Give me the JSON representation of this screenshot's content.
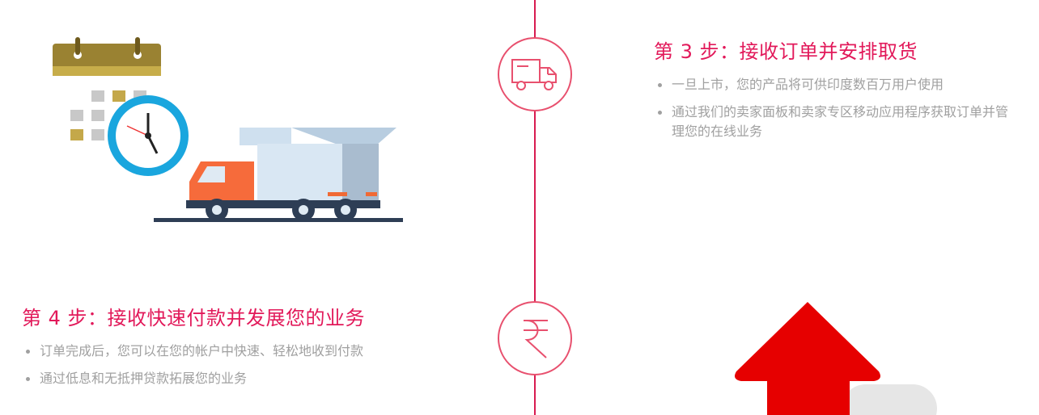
{
  "step3": {
    "title": "第 3 步：接收订单并安排取货",
    "bullets": [
      "一旦上市，您的产品将可供印度数百万用户使用",
      "通过我们的卖家面板和卖家专区移动应用程序获取订单并管理您的在线业务"
    ],
    "icon": "truck-icon"
  },
  "step4": {
    "title": "第 4 步：接收快速付款并发展您的业务",
    "bullets": [
      "订单完成后，您可以在您的帐户中快速、轻松地收到付款",
      "通过低息和无抵押贷款拓展您的业务"
    ],
    "icon": "rupee-icon"
  },
  "colors": {
    "accent": "#e2195a",
    "text": "#a0a0a0"
  }
}
